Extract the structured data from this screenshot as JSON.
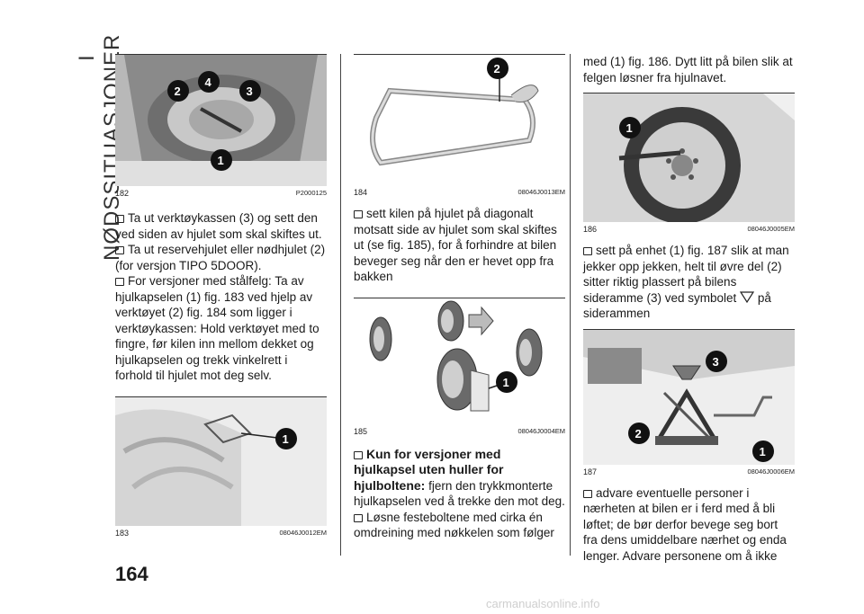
{
  "section_title": "I NØDSSITUASJONER",
  "page_number": "164",
  "figures": [
    {
      "num": "182",
      "code": "P2000125",
      "callouts": [
        "2",
        "4",
        "3",
        "1"
      ]
    },
    {
      "num": "183",
      "code": "08046J0012EM",
      "callouts": [
        "1"
      ]
    },
    {
      "num": "184",
      "code": "08046J0013EM",
      "callouts": [
        "2"
      ]
    },
    {
      "num": "185",
      "code": "08046J0004EM",
      "callouts": [
        "1"
      ]
    },
    {
      "num": "186",
      "code": "08046J0005EM",
      "callouts": [
        "1"
      ]
    },
    {
      "num": "187",
      "code": "08046J0006EM",
      "callouts": [
        "3",
        "2",
        "1"
      ]
    }
  ],
  "col1": {
    "p1": "Ta ut verktøykassen (3) og sett den ved siden av hjulet som skal skiftes ut.",
    "p2": "Ta ut reservehjulet eller nødhjulet (2) (for versjon TIPO 5DOOR).",
    "p3": "For versjoner med stålfelg: Ta av hjulkapselen (1) fig. 183 ved hjelp av verktøyet (2) fig. 184 som ligger i verktøykassen: Hold verktøyet med to fingre, før kilen inn mellom dekket og hjulkapselen og trekk vinkelrett i forhold til hjulet mot deg selv."
  },
  "col2": {
    "p1": "sett kilen på hjulet på diagonalt motsatt side av hjulet som skal skiftes ut (se fig. 185), for å forhindre at bilen beveger seg når den er hevet opp fra bakken",
    "p2_bold": "Kun for versjoner med hjulkapsel uten huller for hjulboltene:",
    "p2_rest": " fjern den trykkmonterte hjulkapselen ved å trekke den mot deg.",
    "p3": "Løsne festeboltene med cirka én omdreining med nøkkelen som følger"
  },
  "col3": {
    "p0": "med (1) fig. 186. Dytt litt på bilen slik at felgen løsner fra hjulnavet.",
    "p1a": "sett på enhet (1) fig. 187 slik at man jekker opp jekken, helt til øvre del (2) sitter riktig plassert på bilens sideramme (3) ved symbolet",
    "p1b": "på siderammen",
    "p2": "advare eventuelle personer i nærheten at bilen er i ferd med å bli løftet; de bør derfor bevege seg bort fra dens umiddelbare nærhet og enda lenger. Advare personene om å ikke"
  },
  "watermark": "carmanualsonline.info"
}
